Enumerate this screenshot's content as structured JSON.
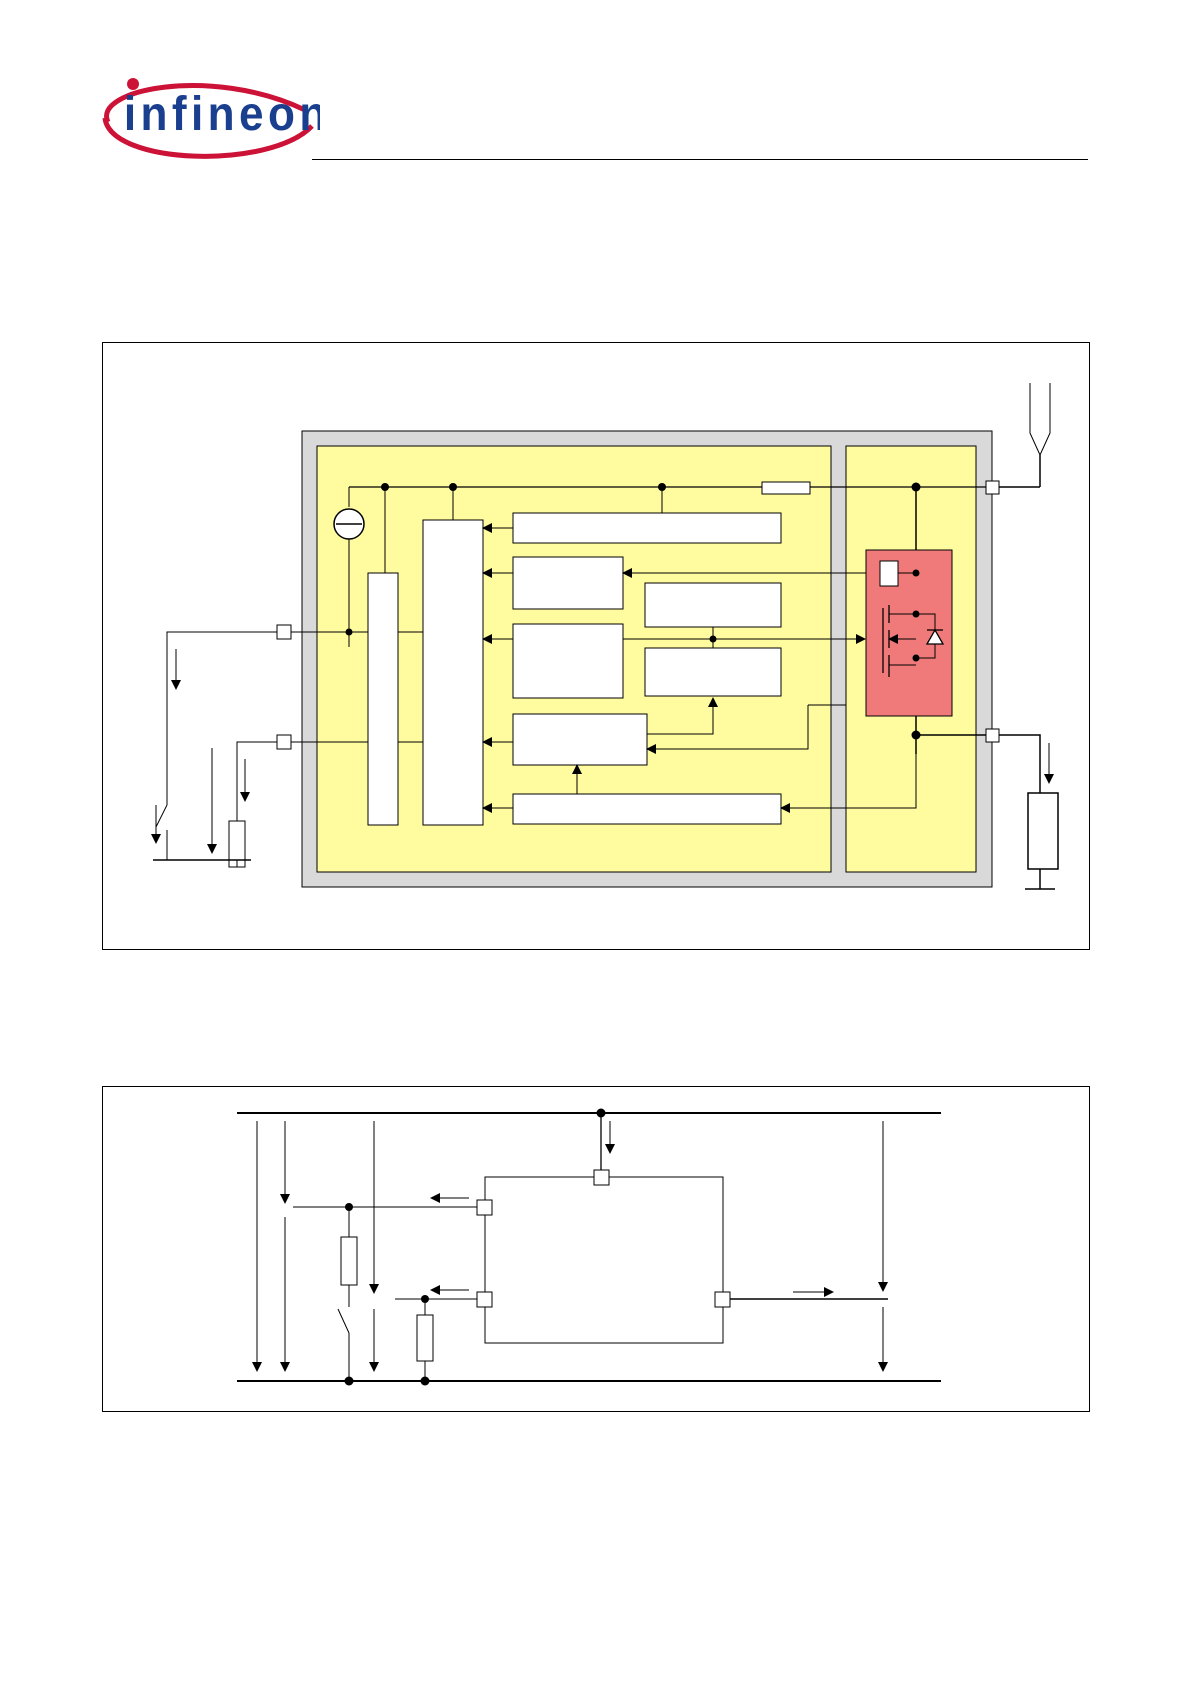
{
  "logo": {
    "text": "infineon",
    "brand_color": "#cc1236",
    "text_color": "#1a3f8f"
  },
  "figure1": {
    "name": "block-diagram",
    "colors": {
      "package": "#d9d9d9",
      "logic_area": "#fffca0",
      "power_area": "#fffca0",
      "power_stage": "#f07a7a"
    }
  },
  "figure2": {
    "name": "application-circuit"
  }
}
